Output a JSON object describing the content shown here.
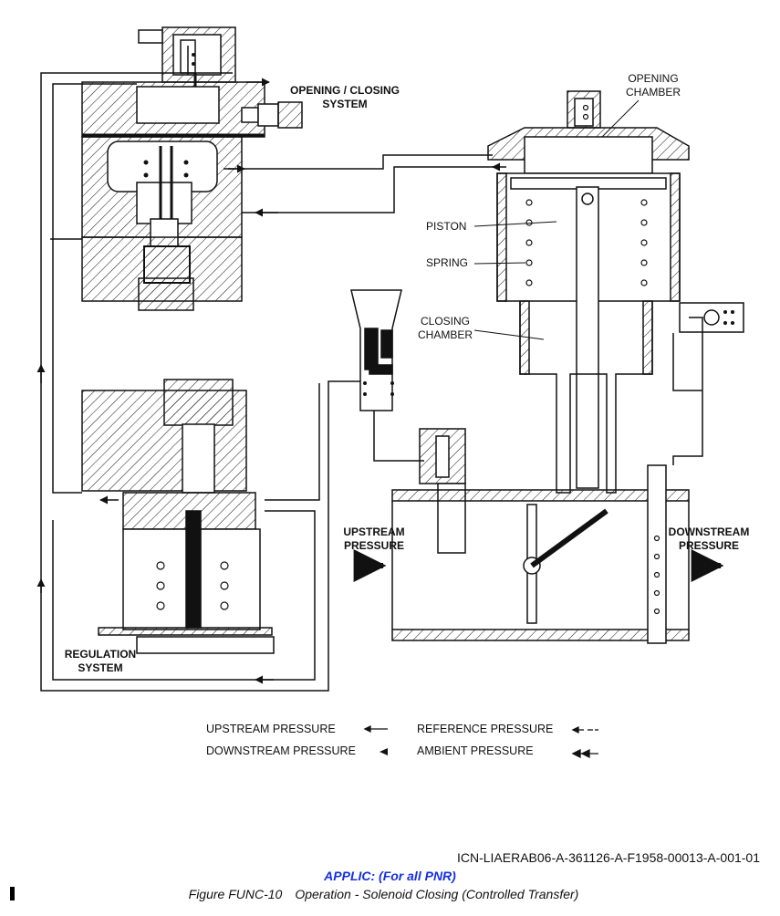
{
  "labels": {
    "opening_closing_system": [
      "OPENING / CLOSING",
      "SYSTEM"
    ],
    "opening_chamber": [
      "OPENING",
      "CHAMBER"
    ],
    "piston": "PISTON",
    "spring": "SPRING",
    "closing_chamber": [
      "CLOSING",
      "CHAMBER"
    ],
    "upstream_pressure": [
      "UPSTREAM",
      "PRESSURE"
    ],
    "downstream_pressure": [
      "DOWNSTREAM",
      "PRESSURE"
    ],
    "regulation_system": [
      "REGULATION",
      "SYSTEM"
    ]
  },
  "legend": {
    "upstream": "UPSTREAM PRESSURE",
    "reference": "REFERENCE PRESSURE",
    "downstream": "DOWNSTREAM PRESSURE",
    "ambient": "AMBIENT PRESSURE"
  },
  "footer": {
    "icn": "ICN-LIAERAB06-A-361126-A-F1958-00013-A-001-01",
    "applic": "APPLIC: (For all PNR)",
    "figure_number": "Figure FUNC-10",
    "figure_title": "Operation - Solenoid Closing (Controlled Transfer)"
  },
  "colors": {
    "applic": "#1530e0",
    "ink": "#111111"
  }
}
